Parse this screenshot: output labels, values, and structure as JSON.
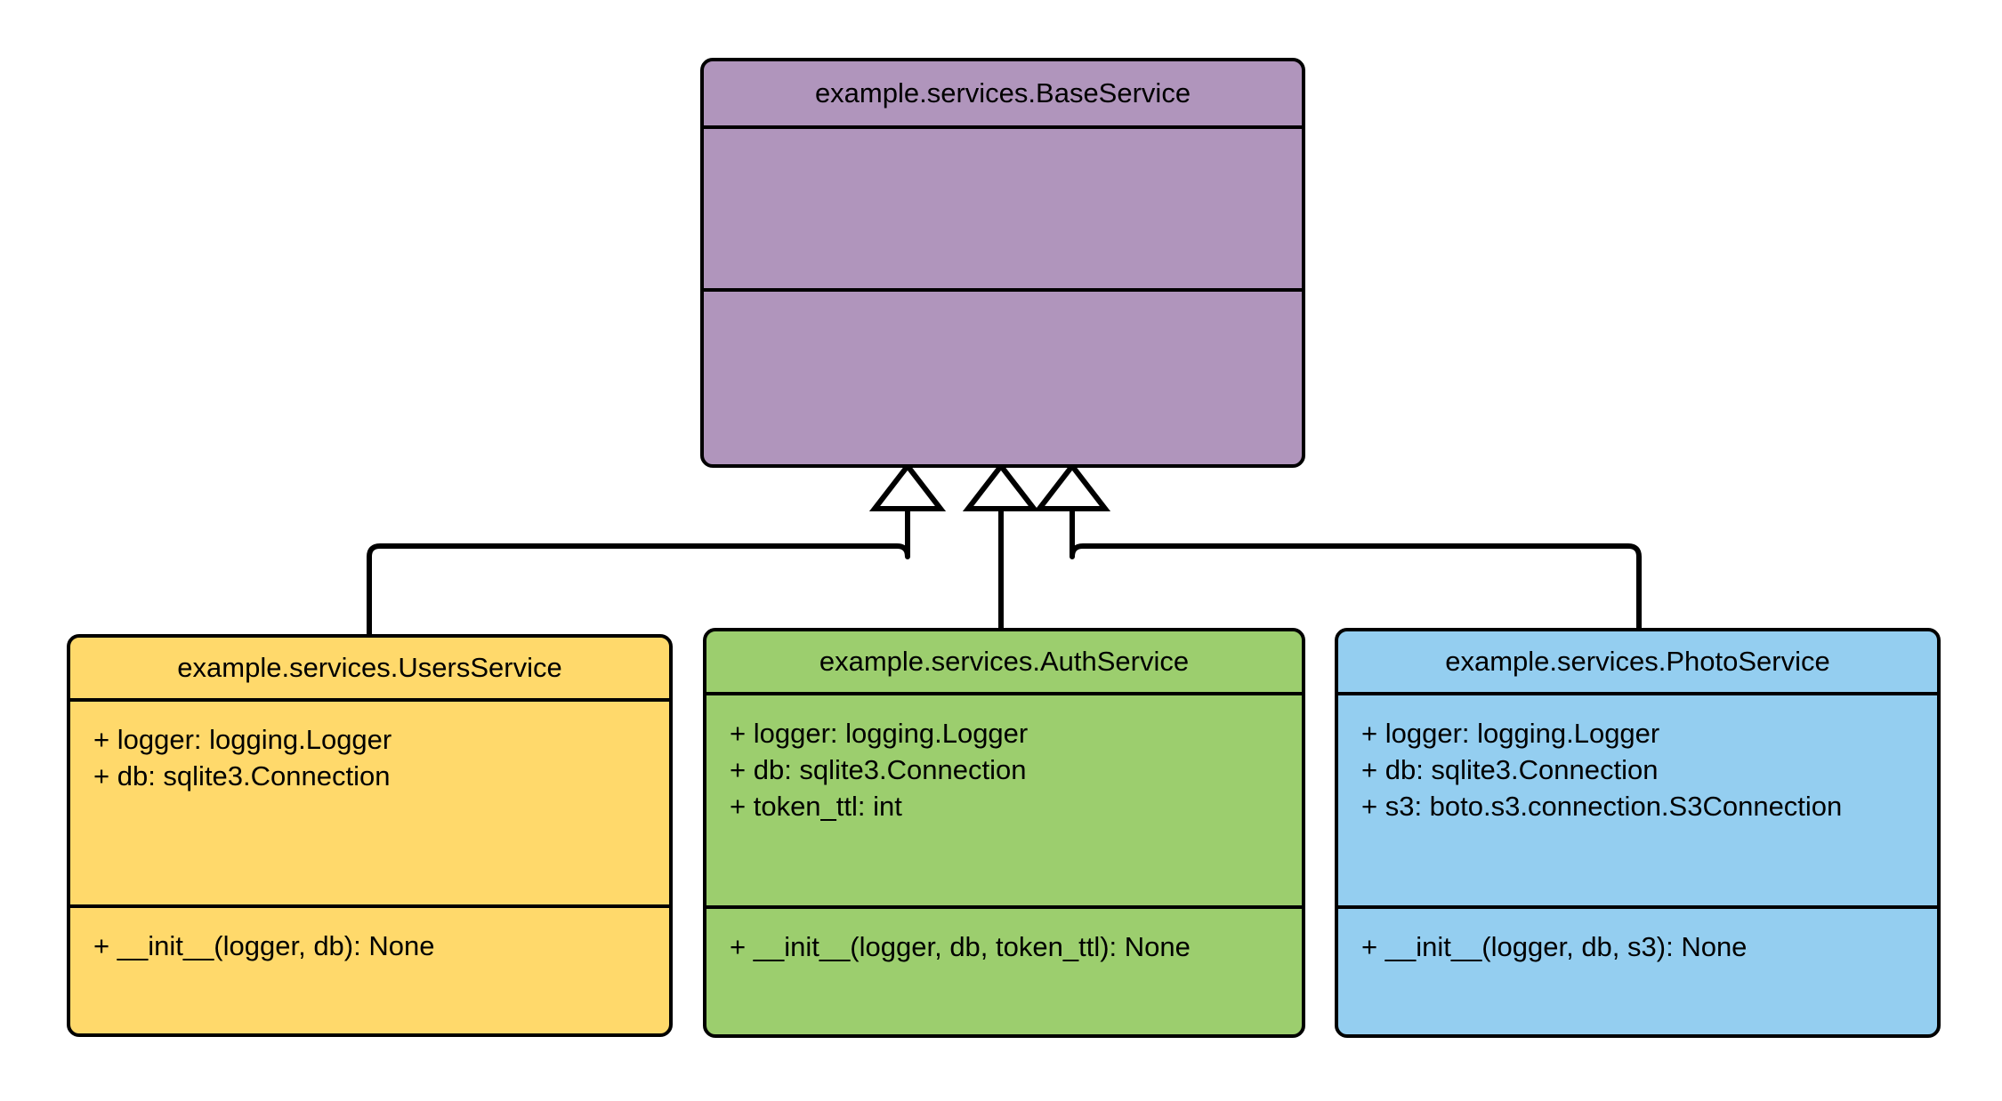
{
  "diagram": {
    "kind": "uml-class-diagram",
    "title": "",
    "background": "#FFFFFF",
    "line_color": "#000000",
    "text_color": "#000000"
  },
  "classes": {
    "base": {
      "id": "base",
      "name": "example.services.BaseService",
      "fill": "#B095BC",
      "attributes": [],
      "methods": []
    },
    "users": {
      "id": "users",
      "name": "example.services.UsersService",
      "fill": "#FFD96B",
      "attributes": [
        "+ logger: logging.Logger",
        "+ db: sqlite3.Connection"
      ],
      "methods": [
        "+ __init__(logger, db): None"
      ]
    },
    "auth": {
      "id": "auth",
      "name": "example.services.AuthService",
      "fill": "#9CCE6E",
      "attributes": [
        "+ logger: logging.Logger",
        "+ db: sqlite3.Connection",
        "+ token_ttl: int"
      ],
      "methods": [
        "+ __init__(logger, db, token_ttl): None"
      ]
    },
    "photo": {
      "id": "photo",
      "name": "example.services.PhotoService",
      "fill": "#94CEF0",
      "attributes": [
        "+ logger: logging.Logger",
        "+ db: sqlite3.Connection",
        "+ s3: boto.s3.connection.S3Connection"
      ],
      "methods": [
        "+ __init__(logger, db, s3): None"
      ]
    }
  },
  "relationships": [
    {
      "type": "inheritance",
      "from": "users",
      "to": "base",
      "arrow": "hollow-triangle"
    },
    {
      "type": "inheritance",
      "from": "auth",
      "to": "base",
      "arrow": "hollow-triangle"
    },
    {
      "type": "inheritance",
      "from": "photo",
      "to": "base",
      "arrow": "hollow-triangle"
    }
  ]
}
